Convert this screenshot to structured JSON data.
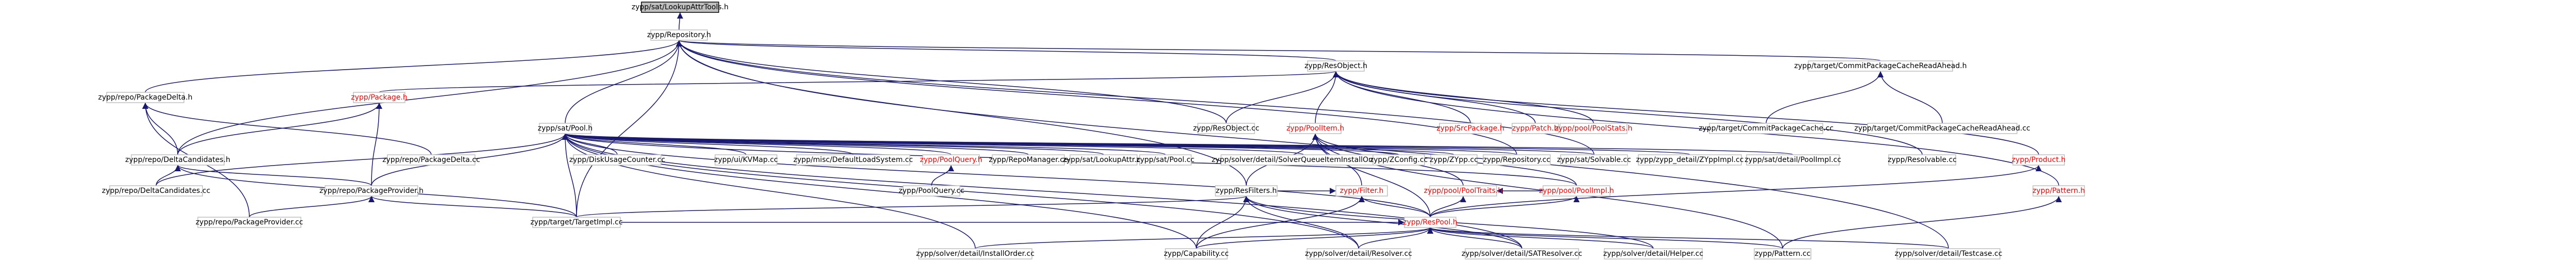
{
  "nodes": [
    {
      "id": "LookupAttrTools",
      "label": "zypp/sat/LookupAttrTools.h",
      "style": "root"
    },
    {
      "id": "Repository",
      "label": "zypp/Repository.h",
      "style": "normal"
    },
    {
      "id": "ResObject",
      "label": "zypp/ResObject.h",
      "style": "normal"
    },
    {
      "id": "CommitPackageCacheReadAhead_h",
      "label": "zypp/target/CommitPackageCacheReadAhead.h",
      "style": "normal"
    },
    {
      "id": "PackageDelta_h",
      "label": "zypp/repo/PackageDelta.h",
      "style": "normal"
    },
    {
      "id": "Package_h",
      "label": "zypp/Package.h",
      "style": "red"
    },
    {
      "id": "Pool_h",
      "label": "zypp/sat/Pool.h",
      "style": "normal"
    },
    {
      "id": "ResObject_cc",
      "label": "zypp/ResObject.cc",
      "style": "normal"
    },
    {
      "id": "PoolItem_h",
      "label": "zypp/PoolItem.h",
      "style": "red"
    },
    {
      "id": "SrcPackage_h",
      "label": "zypp/SrcPackage.h",
      "style": "red"
    },
    {
      "id": "Patch_h",
      "label": "zypp/Patch.h",
      "style": "red"
    },
    {
      "id": "PoolStats_h",
      "label": "zypp/pool/PoolStats.h",
      "style": "red"
    },
    {
      "id": "CommitPackageCache_cc",
      "label": "zypp/target/CommitPackageCache.cc",
      "style": "normal"
    },
    {
      "id": "CommitPackageCacheReadAhead_cc",
      "label": "zypp/target/CommitPackageCacheReadAhead.cc",
      "style": "normal"
    },
    {
      "id": "DeltaCandidates_h",
      "label": "zypp/repo/DeltaCandidates.h",
      "style": "normal"
    },
    {
      "id": "PackageDelta_cc",
      "label": "zypp/repo/PackageDelta.cc",
      "style": "normal"
    },
    {
      "id": "DiskUsageCounter_cc",
      "label": "zypp/DiskUsageCounter.cc",
      "style": "normal"
    },
    {
      "id": "KVMap_cc",
      "label": "zypp/ui/KVMap.cc",
      "style": "normal"
    },
    {
      "id": "DefaultLoadSystem_cc",
      "label": "zypp/misc/DefaultLoadSystem.cc",
      "style": "normal"
    },
    {
      "id": "PoolQuery_h",
      "label": "zypp/PoolQuery.h",
      "style": "red"
    },
    {
      "id": "RepoManager_cc",
      "label": "zypp/RepoManager.cc",
      "style": "normal"
    },
    {
      "id": "LookupAttr_cc",
      "label": "zypp/sat/LookupAttr.cc",
      "style": "normal"
    },
    {
      "id": "Pool_cc",
      "label": "zypp/sat/Pool.cc",
      "style": "normal"
    },
    {
      "id": "SolverQueueItemInstallOneOf_cc",
      "label": "zypp/solver/detail/SolverQueueItemInstallOneOf.cc",
      "style": "normal"
    },
    {
      "id": "ZConfig_cc",
      "label": "zypp/ZConfig.cc",
      "style": "normal"
    },
    {
      "id": "ZYpp_cc",
      "label": "zypp/ZYpp.cc",
      "style": "normal"
    },
    {
      "id": "Repository_cc",
      "label": "zypp/Repository.cc",
      "style": "normal"
    },
    {
      "id": "Solvable_cc",
      "label": "zypp/sat/Solvable.cc",
      "style": "normal"
    },
    {
      "id": "ZYppImpl_cc",
      "label": "zypp/zypp_detail/ZYppImpl.cc",
      "style": "normal"
    },
    {
      "id": "PoolImpl_cc",
      "label": "zypp/sat/detail/PoolImpl.cc",
      "style": "normal"
    },
    {
      "id": "Resolvable_cc",
      "label": "zypp/Resolvable.cc",
      "style": "normal"
    },
    {
      "id": "Product_h",
      "label": "zypp/Product.h",
      "style": "red"
    },
    {
      "id": "DeltaCandidates_cc",
      "label": "zypp/repo/DeltaCandidates.cc",
      "style": "normal"
    },
    {
      "id": "PackageProvider_h",
      "label": "zypp/repo/PackageProvider.h",
      "style": "normal"
    },
    {
      "id": "PoolQuery_cc",
      "label": "zypp/PoolQuery.cc",
      "style": "normal"
    },
    {
      "id": "Filter_h",
      "label": "zypp/Filter.h",
      "style": "red"
    },
    {
      "id": "PoolTraits_h",
      "label": "zypp/pool/PoolTraits.h",
      "style": "red"
    },
    {
      "id": "PoolImpl_h",
      "label": "zypp/pool/PoolImpl.h",
      "style": "red"
    },
    {
      "id": "Pattern_h",
      "label": "zypp/Pattern.h",
      "style": "red"
    },
    {
      "id": "PackageProvider_cc",
      "label": "zypp/repo/PackageProvider.cc",
      "style": "normal"
    },
    {
      "id": "TargetImpl_cc",
      "label": "zypp/target/TargetImpl.cc",
      "style": "normal"
    },
    {
      "id": "ResFilters_h",
      "label": "zypp/ResFilters.h",
      "style": "normal"
    },
    {
      "id": "ResPool_h",
      "label": "zypp/ResPool.h",
      "style": "red"
    },
    {
      "id": "InstallOrder_cc",
      "label": "zypp/solver/detail/InstallOrder.cc",
      "style": "normal"
    },
    {
      "id": "Capability_cc",
      "label": "zypp/Capability.cc",
      "style": "normal"
    },
    {
      "id": "Resolver_cc",
      "label": "zypp/solver/detail/Resolver.cc",
      "style": "normal"
    },
    {
      "id": "SATResolver_cc",
      "label": "zypp/solver/detail/SATResolver.cc",
      "style": "normal"
    },
    {
      "id": "Helper_cc",
      "label": "zypp/solver/detail/Helper.cc",
      "style": "normal"
    },
    {
      "id": "Pattern_cc",
      "label": "zypp/Pattern.cc",
      "style": "normal"
    },
    {
      "id": "Testcase_cc",
      "label": "zypp/solver/detail/Testcase.cc",
      "style": "normal"
    }
  ],
  "edges": [
    [
      "Repository",
      "LookupAttrTools"
    ],
    [
      "ResObject",
      "Repository"
    ],
    [
      "CommitPackageCacheReadAhead_h",
      "Repository"
    ],
    [
      "PackageDelta_h",
      "Repository"
    ],
    [
      "Pool_h",
      "Repository"
    ],
    [
      "ResObject_cc",
      "Repository"
    ],
    [
      "DeltaCandidates_h",
      "Repository"
    ],
    [
      "Repository_cc",
      "Repository"
    ],
    [
      "Solvable_cc",
      "Repository"
    ],
    [
      "ResFilters_h",
      "Repository"
    ],
    [
      "TargetImpl_cc",
      "Repository"
    ],
    [
      "Testcase_cc",
      "Repository"
    ],
    [
      "ResObject_cc",
      "ResObject"
    ],
    [
      "Package_h",
      "ResObject"
    ],
    [
      "PoolItem_h",
      "ResObject"
    ],
    [
      "SrcPackage_h",
      "ResObject"
    ],
    [
      "Patch_h",
      "ResObject"
    ],
    [
      "PoolStats_h",
      "ResObject"
    ],
    [
      "Resolvable_cc",
      "ResObject"
    ],
    [
      "Product_h",
      "ResObject"
    ],
    [
      "Pattern_h",
      "ResObject"
    ],
    [
      "CommitPackageCache_cc",
      "CommitPackageCacheReadAhead_h"
    ],
    [
      "CommitPackageCacheReadAhead_cc",
      "CommitPackageCacheReadAhead_h"
    ],
    [
      "DeltaCandidates_h",
      "PackageDelta_h"
    ],
    [
      "PackageDelta_cc",
      "PackageDelta_h"
    ],
    [
      "PackageProvider_cc",
      "PackageDelta_h"
    ],
    [
      "DeltaCandidates_h",
      "Package_h"
    ],
    [
      "PackageProvider_h",
      "Package_h"
    ],
    [
      "DiskUsageCounter_cc",
      "Pool_h"
    ],
    [
      "KVMap_cc",
      "Pool_h"
    ],
    [
      "DefaultLoadSystem_cc",
      "Pool_h"
    ],
    [
      "PoolQuery_h",
      "Pool_h"
    ],
    [
      "RepoManager_cc",
      "Pool_h"
    ],
    [
      "LookupAttr_cc",
      "Pool_h"
    ],
    [
      "Pool_cc",
      "Pool_h"
    ],
    [
      "SolverQueueItemInstallOneOf_cc",
      "Pool_h"
    ],
    [
      "ZConfig_cc",
      "Pool_h"
    ],
    [
      "ZYpp_cc",
      "Pool_h"
    ],
    [
      "Repository_cc",
      "Pool_h"
    ],
    [
      "Solvable_cc",
      "Pool_h"
    ],
    [
      "ZYppImpl_cc",
      "Pool_h"
    ],
    [
      "PoolImpl_cc",
      "Pool_h"
    ],
    [
      "PoolImpl_h",
      "Pool_h"
    ],
    [
      "ResPool_h",
      "Pool_h"
    ],
    [
      "DeltaCandidates_cc",
      "Pool_h"
    ],
    [
      "PackageProvider_h",
      "Pool_h"
    ],
    [
      "TargetImpl_cc",
      "Pool_h"
    ],
    [
      "InstallOrder_cc",
      "Pool_h"
    ],
    [
      "Resolver_cc",
      "Pool_h"
    ],
    [
      "SATResolver_cc",
      "Pool_h"
    ],
    [
      "Capability_cc",
      "Pool_h"
    ],
    [
      "Filter_h",
      "PoolItem_h"
    ],
    [
      "PoolTraits_h",
      "PoolItem_h"
    ],
    [
      "ResFilters_h",
      "PoolItem_h"
    ],
    [
      "ResPool_h",
      "PoolItem_h"
    ],
    [
      "PoolImpl_h",
      "PoolItem_h"
    ],
    [
      "Pattern_cc",
      "PoolItem_h"
    ],
    [
      "PoolQuery_cc",
      "PoolQuery_h"
    ],
    [
      "DeltaCandidates_cc",
      "DeltaCandidates_h"
    ],
    [
      "PackageProvider_h",
      "DeltaCandidates_h"
    ],
    [
      "TargetImpl_cc",
      "DeltaCandidates_h"
    ],
    [
      "PackageProvider_cc",
      "PackageProvider_h"
    ],
    [
      "TargetImpl_cc",
      "PackageProvider_h"
    ],
    [
      "ResFilters_h",
      "Filter_h"
    ],
    [
      "ResPool_h",
      "Filter_h"
    ],
    [
      "Capability_cc",
      "Filter_h"
    ],
    [
      "PoolImpl_h",
      "PoolTraits_h"
    ],
    [
      "ResPool_h",
      "PoolTraits_h"
    ],
    [
      "ResPool_h",
      "PoolImpl_h"
    ],
    [
      "Pattern_cc",
      "Pattern_h"
    ],
    [
      "ResPool_h",
      "Product_h"
    ],
    [
      "Capability_cc",
      "ResFilters_h"
    ],
    [
      "Resolver_cc",
      "ResFilters_h"
    ],
    [
      "SATResolver_cc",
      "ResFilters_h"
    ],
    [
      "Helper_cc",
      "ResFilters_h"
    ],
    [
      "TargetImpl_cc",
      "ResFilters_h"
    ],
    [
      "InstallOrder_cc",
      "ResPool_h"
    ],
    [
      "Capability_cc",
      "ResPool_h"
    ],
    [
      "Resolver_cc",
      "ResPool_h"
    ],
    [
      "SATResolver_cc",
      "ResPool_h"
    ],
    [
      "Helper_cc",
      "ResPool_h"
    ],
    [
      "Pattern_cc",
      "ResPool_h"
    ],
    [
      "Testcase_cc",
      "ResPool_h"
    ],
    [
      "TargetImpl_cc",
      "ResPool_h"
    ]
  ]
}
